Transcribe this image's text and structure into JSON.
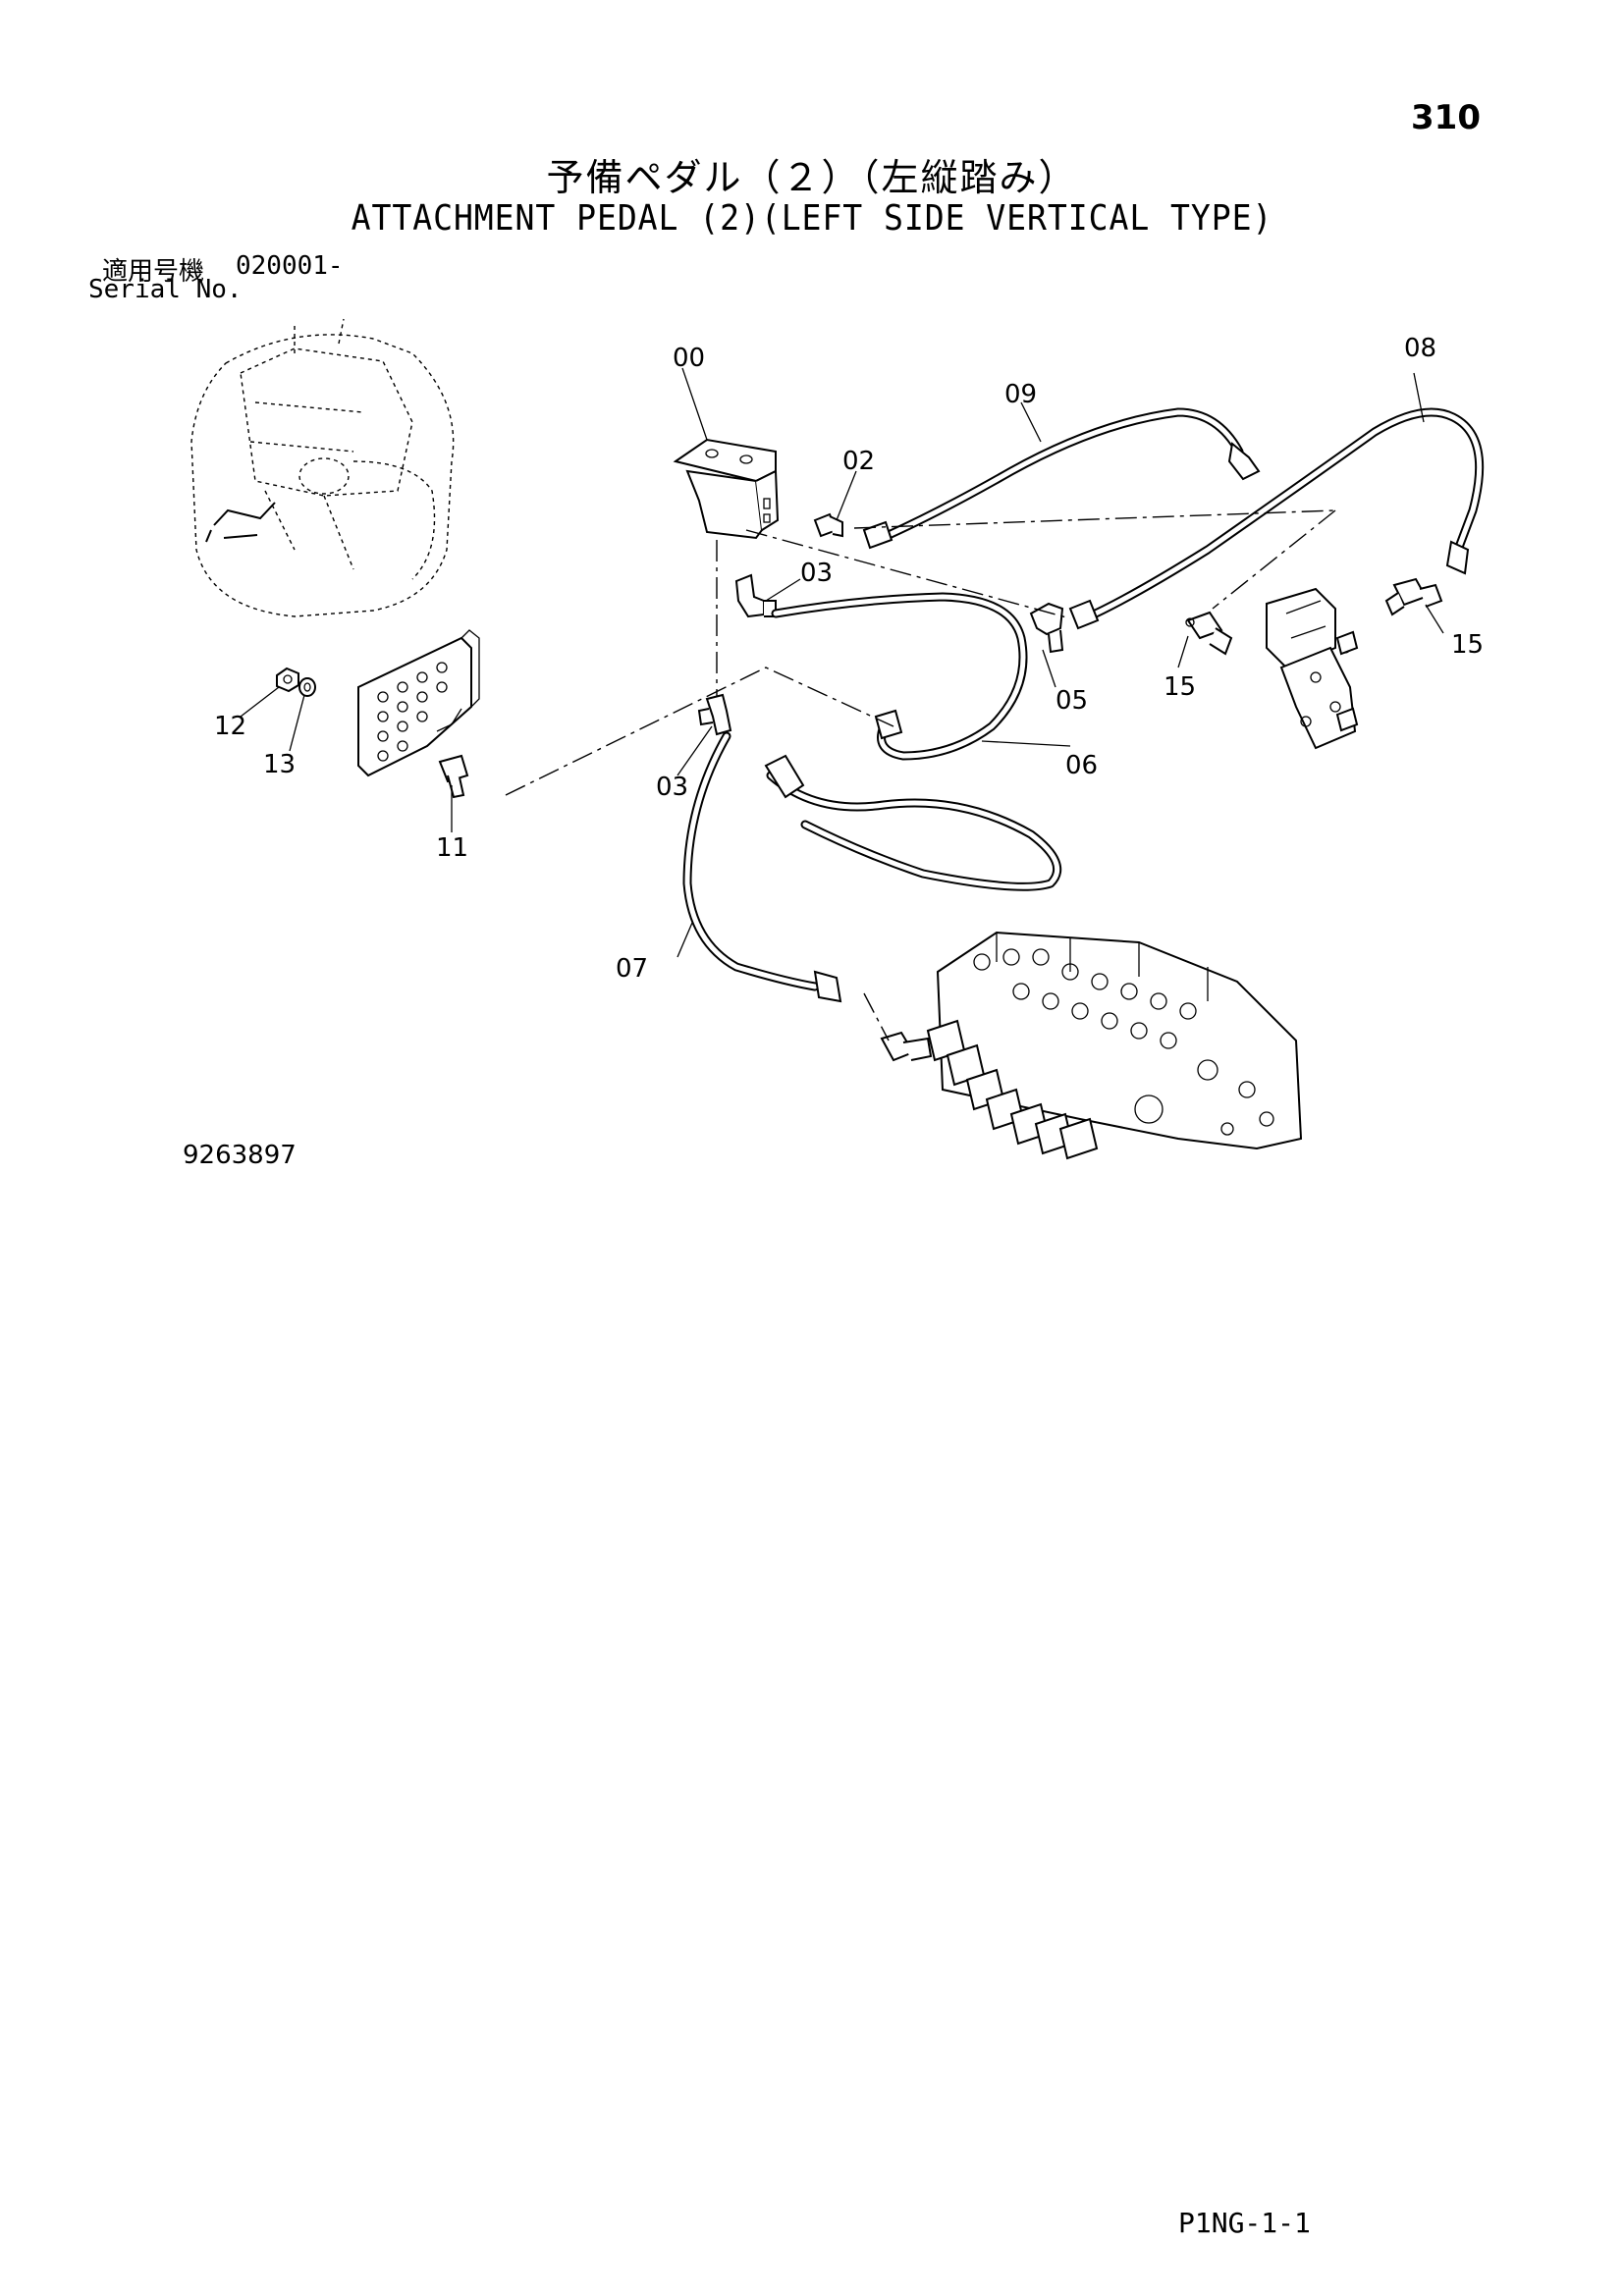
{
  "header": {
    "page_number": "310",
    "title_jp": "予備ペダル（２）（左縦踏み）",
    "title_en": "ATTACHMENT PEDAL (2)(LEFT SIDE VERTICAL TYPE)",
    "serial_label_jp": "適用号機",
    "serial_range": "020001-",
    "serial_label_en": "Serial No."
  },
  "callouts": {
    "c00": "00",
    "c02": "02",
    "c03a": "03",
    "c03b": "03",
    "c05": "05",
    "c06": "06",
    "c07": "07",
    "c08": "08",
    "c09": "09",
    "c11": "11",
    "c12": "12",
    "c13": "13",
    "c15a": "15",
    "c15b": "15"
  },
  "footer": {
    "drawing_number": "9263897",
    "sheet_code": "P1NG-1-1"
  }
}
